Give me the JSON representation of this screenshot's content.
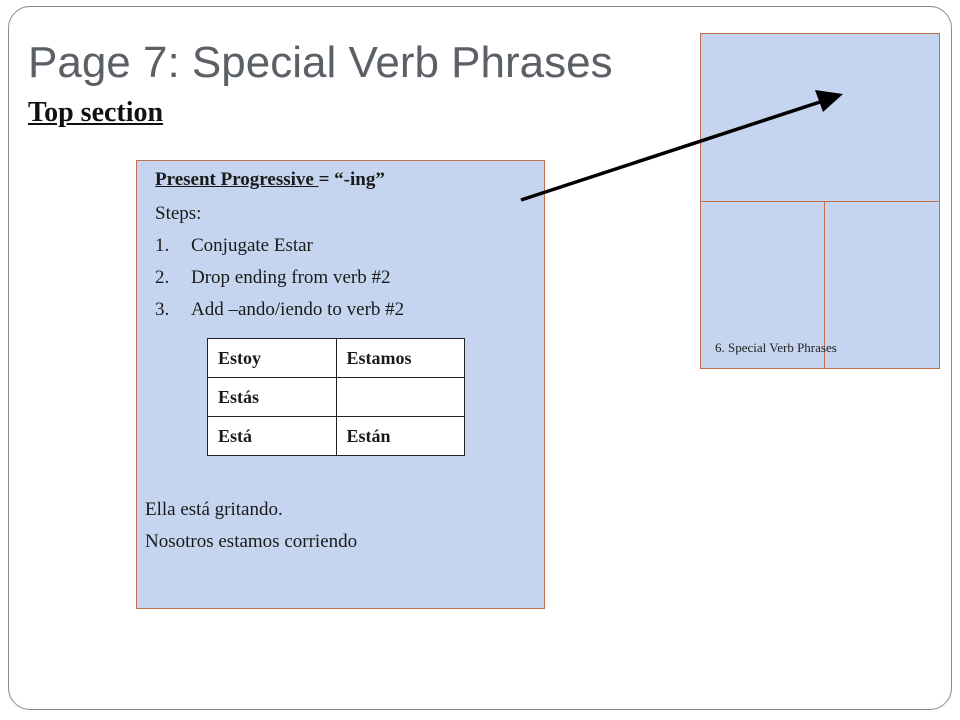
{
  "slide": {
    "title": "Page 7: Special Verb Phrases",
    "subtitle": "Top section"
  },
  "notes": {
    "heading_term": "Present Progressive ",
    "heading_rest": "= “-ing”",
    "steps_label": "Steps:",
    "steps": [
      {
        "num": "1.",
        "text": "Conjugate Estar"
      },
      {
        "num": "2.",
        "text": "Drop ending from verb #2"
      },
      {
        "num": "3.",
        "text": "Add –ando/iendo to verb #2"
      }
    ],
    "conjugation_table": [
      [
        "Estoy",
        "Estamos"
      ],
      [
        "Estás",
        ""
      ],
      [
        "Está",
        "Están"
      ]
    ],
    "examples": [
      "Ella está gritando.",
      "Nosotros estamos corriendo"
    ]
  },
  "foldable": {
    "label": "6.  Special Verb Phrases"
  },
  "colors": {
    "panel_fill": "#c5d5ef",
    "panel_border": "#c0714a",
    "title_color": "#5b6066"
  }
}
